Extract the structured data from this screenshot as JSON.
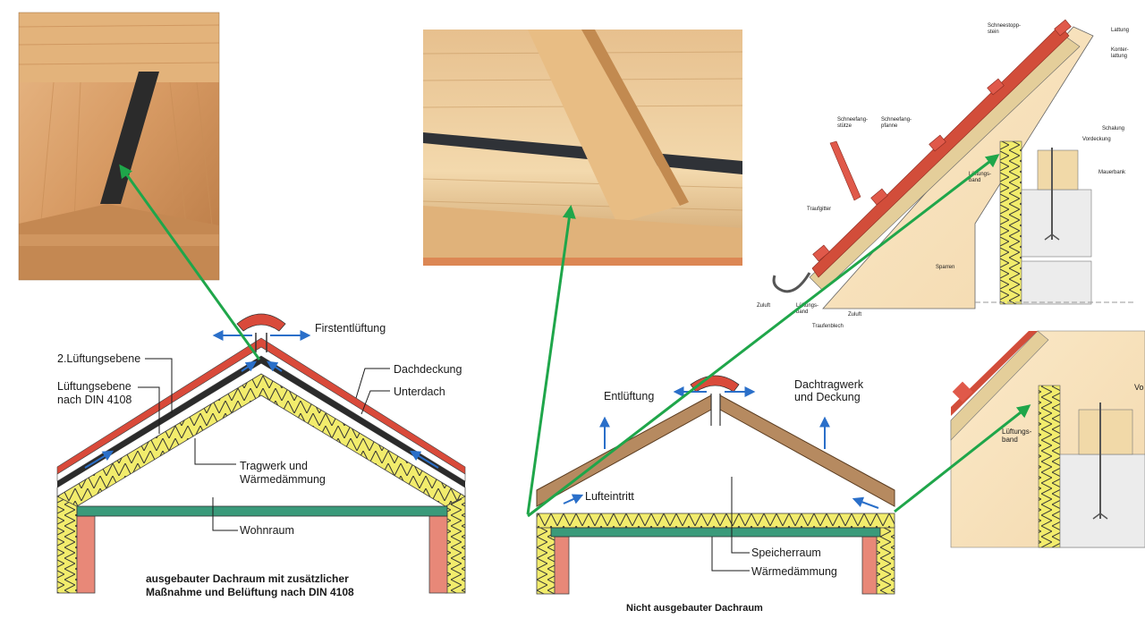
{
  "left_diagram": {
    "labels": {
      "ridge_vent": "Firstentlüftung",
      "second_vent_layer": "2.Lüftungsebene",
      "vent_layer_line1": "Lüftungsebene",
      "vent_layer_line2": "nach DIN 4108",
      "roofing": "Dachdeckung",
      "underroof": "Unterdach",
      "structure_line1": "Tragwerk und",
      "structure_line2": "Wärmedämmung",
      "living_space": "Wohnraum"
    },
    "caption_line1": "ausgebauter Dachraum mit zusätzlicher",
    "caption_line2": "Maßnahme und Belüftung nach DIN 4108"
  },
  "middle_diagram": {
    "labels": {
      "exhaust": "Entlüftung",
      "structure_line1": "Dachtragwerk",
      "structure_line2": "und Deckung",
      "air_inlet": "Lufteintritt",
      "storage_space": "Speicherraum",
      "insulation": "Wärmedämmung"
    },
    "caption": "Nicht ausgebauter Dachraum"
  },
  "detail_top": {
    "labels": {
      "snow_stop_tile_l1": "Schneestopp-",
      "snow_stop_tile_l2": "stein",
      "battens": "Lattung",
      "counter_battens_l1": "Konter-",
      "counter_battens_l2": "lattung",
      "snow_guard_support_l1": "Schneefang-",
      "snow_guard_support_l2": "stütze",
      "snow_guard_tile_l1": "Schneefang-",
      "snow_guard_tile_l2": "pfanne",
      "boarding": "Schalung",
      "underlay": "Vordeckung",
      "vent_band_l1": "Lüftungs-",
      "vent_band_l2": "band",
      "wall_plate": "Mauerbank",
      "eaves_grille": "Traufgitter",
      "rafter": "Sparren",
      "supply_air_1": "Zuluft",
      "vent_band2_l1": "Lüftungs-",
      "vent_band2_l2": "band",
      "supply_air_2": "Zuluft",
      "eaves_flashing": "Traufenblech"
    }
  },
  "detail_bottom": {
    "labels": {
      "vent_band_l1": "Lüftungs-",
      "vent_band_l2": "band",
      "cut_off": "Vo"
    }
  },
  "colors": {
    "arrow_green": "#1fa64a",
    "roof_red": "#d94a3a",
    "insulation_yellow": "#f2ec6c",
    "vent_blue": "#2a6fc9",
    "ceiling_green": "#3a9a7a",
    "wall_salmon": "#e88878",
    "wood_brown": "#b68a60"
  }
}
